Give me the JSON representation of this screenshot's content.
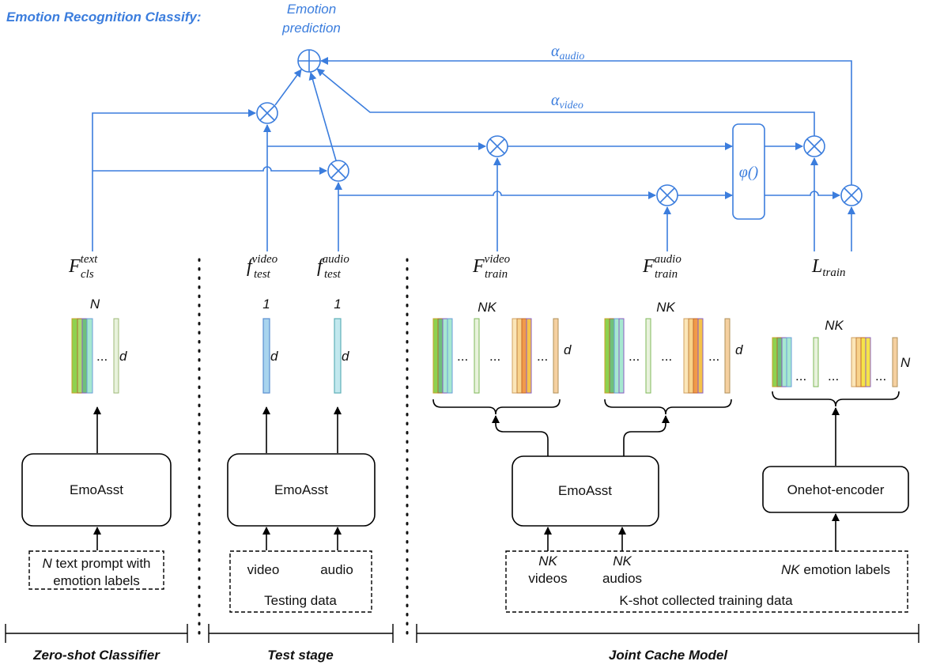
{
  "header": {
    "title": "Emotion Recognition Classify:",
    "prediction": "Emotion prediction"
  },
  "weights": {
    "alpha_audio": "α",
    "alpha_audio_sub": "audio",
    "alpha_video": "α",
    "alpha_video_sub": "video",
    "phi": "φ()"
  },
  "features": {
    "f_cls_text": {
      "main": "F",
      "sup": "text",
      "sub": "cls"
    },
    "f_test_video": {
      "main": "f",
      "sup": "video",
      "sub": "test"
    },
    "f_test_audio": {
      "main": "f",
      "sup": "audio",
      "sub": "test"
    },
    "f_train_video": {
      "main": "F",
      "sup": "video",
      "sub": "train"
    },
    "f_train_audio": {
      "main": "F",
      "sup": "audio",
      "sub": "train"
    },
    "l_train": {
      "main": "L",
      "sub": "train"
    }
  },
  "dims": {
    "n": "N",
    "one": "1",
    "d": "d",
    "nk": "NK",
    "dots": "..."
  },
  "encoders": {
    "emoasst": "EmoAsst",
    "onehot": "Onehot-encoder"
  },
  "inputs": {
    "zero_shot_line1_em": "N",
    "zero_shot_line1": " text prompt with",
    "zero_shot_line2": "emotion labels",
    "video": "video",
    "audio": "audio",
    "testing_data": "Testing data",
    "nk": "NK",
    "videos": "videos",
    "audios": "audios",
    "emotion_labels": " emotion labels",
    "kshot": "K-shot collected training data"
  },
  "sections": {
    "zero_shot": "Zero-shot Classifier",
    "test_stage": "Test stage",
    "joint_cache": "Joint Cache Model"
  },
  "colors": {
    "accent": "#3b7ddd"
  }
}
